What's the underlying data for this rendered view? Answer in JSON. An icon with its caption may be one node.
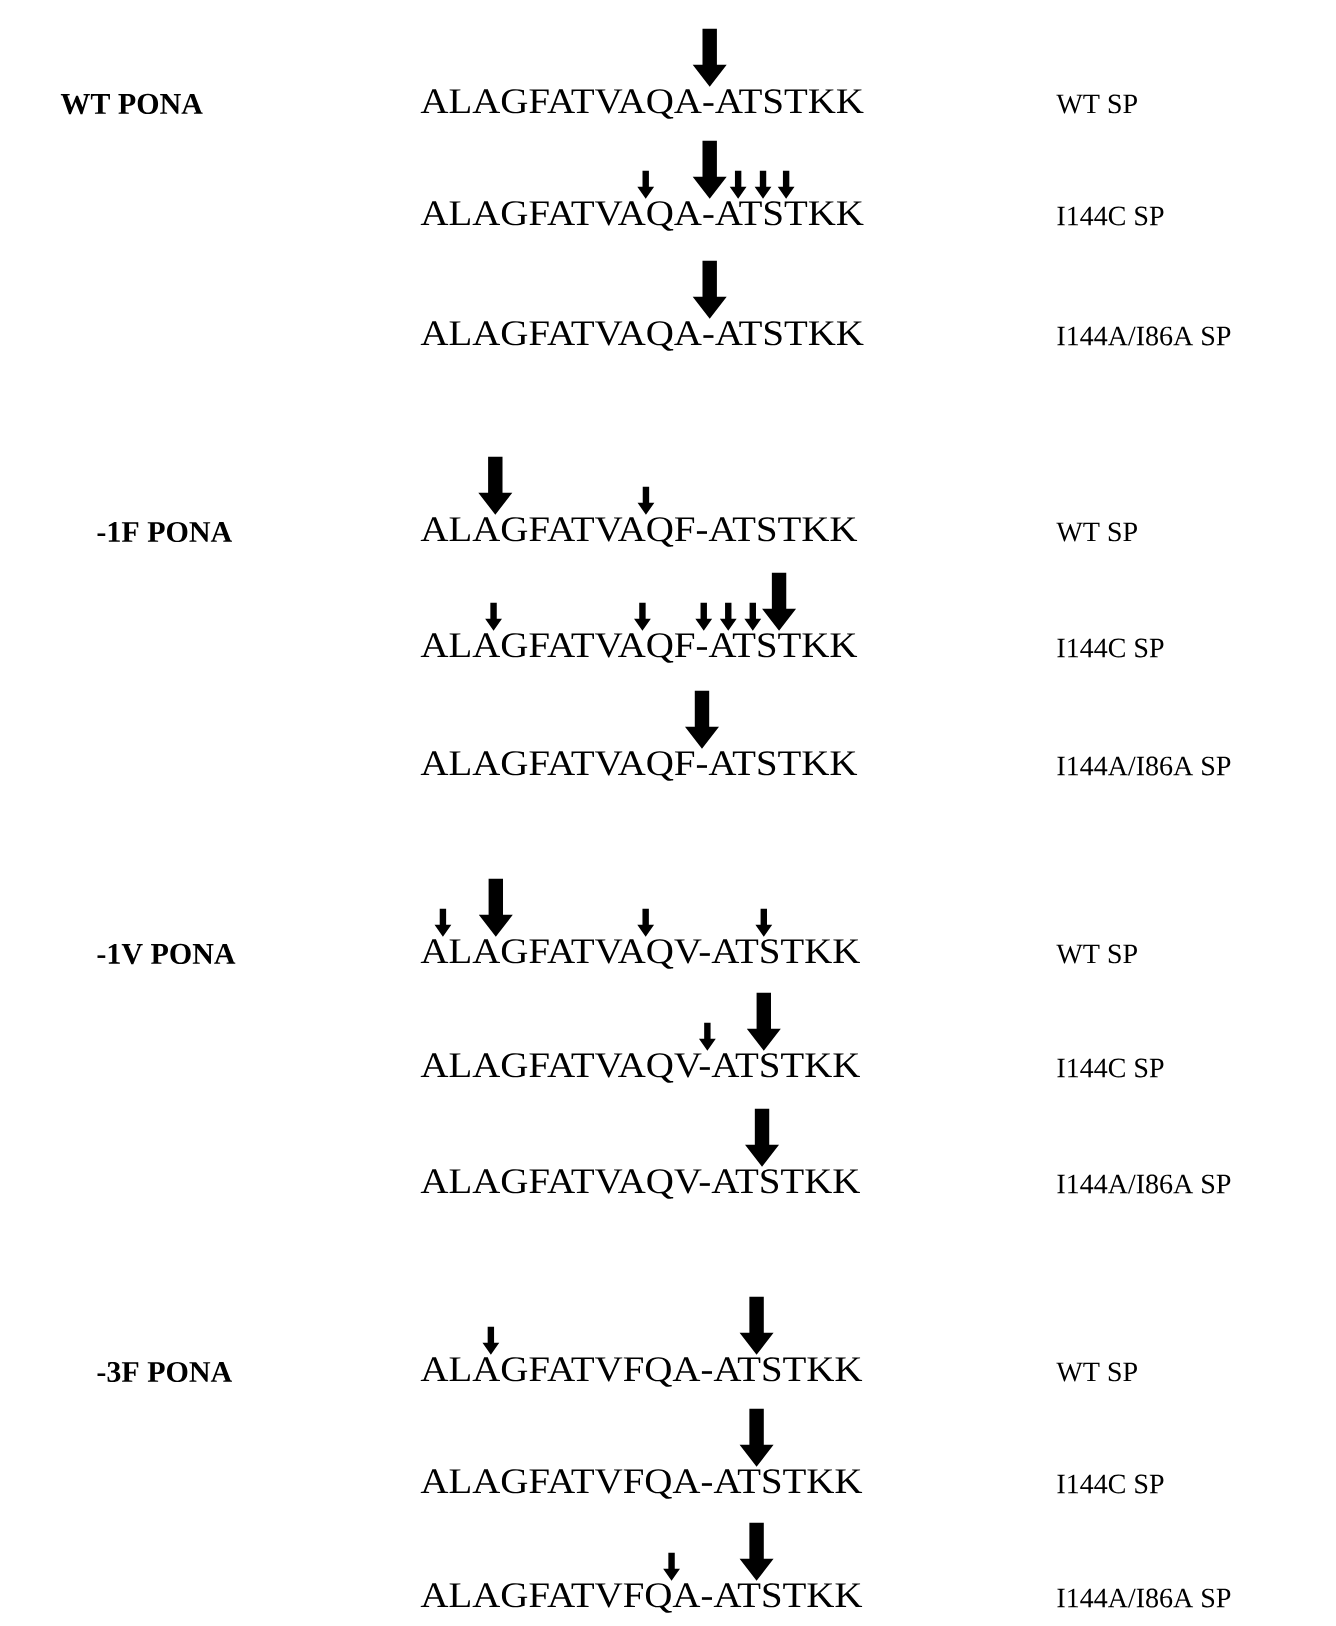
{
  "diagram": {
    "labels": [
      "WT PONA",
      "ALAGFATVAQA-ATSTKK",
      "WT SP",
      "ALAGFATVAQA-ATSTKK",
      "I144C SP",
      "ALAGFATVAQA-ATSTKK",
      "I144A/I86A SP",
      "-1F PONA",
      "ALAGFATVAQF-ATSTKK",
      "WT SP",
      "ALAGFATVAQF-ATSTKK",
      "I144C SP",
      "ALAGFATVAQF-ATSTKK",
      "I144A/I86A SP",
      "-1V PONA",
      "ALAGFATVAQV-ATSTKK",
      "WT SP",
      "ALAGFATVAQV-ATSTKK",
      "I144C SP",
      "ALAGFATVAQV-ATSTKK",
      "I144A/I86A SP",
      "-3F PONA",
      "ALAGFATVFQA-ATSTKK",
      "WT SP",
      "ALAGFATVFQA-ATSTKK",
      "I144C SP",
      "ALAGFATVFQA-ATSTKK",
      "I144A/I86A SP"
    ]
  }
}
